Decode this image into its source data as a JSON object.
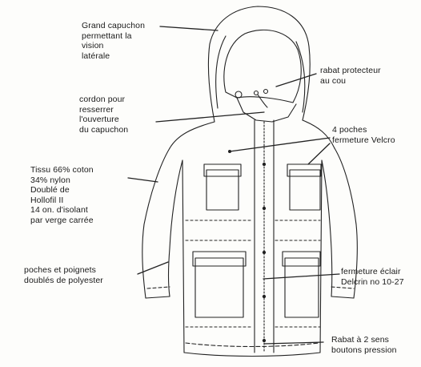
{
  "labels": {
    "hood": "Grand capuchon\npermettant la\nvision\nlatérale",
    "neck_flap": "rabat protecteur\nau cou",
    "drawcord": "cordon pour\nresserrer\nl'ouverture\ndu capuchon",
    "pockets": "4 poches\nfermeture Velcro",
    "fabric": "Tissu 66% coton\n34% nylon\nDoublé de\nHollofil II\n14 on. d'isolant\npar verge carrée",
    "lining": "poches et poignets\ndoublés de polyester",
    "zipper": "fermeture éclair\nDelcrin no 10-27",
    "storm_flap": "Rabat à 2 sens\nboutons pression"
  }
}
